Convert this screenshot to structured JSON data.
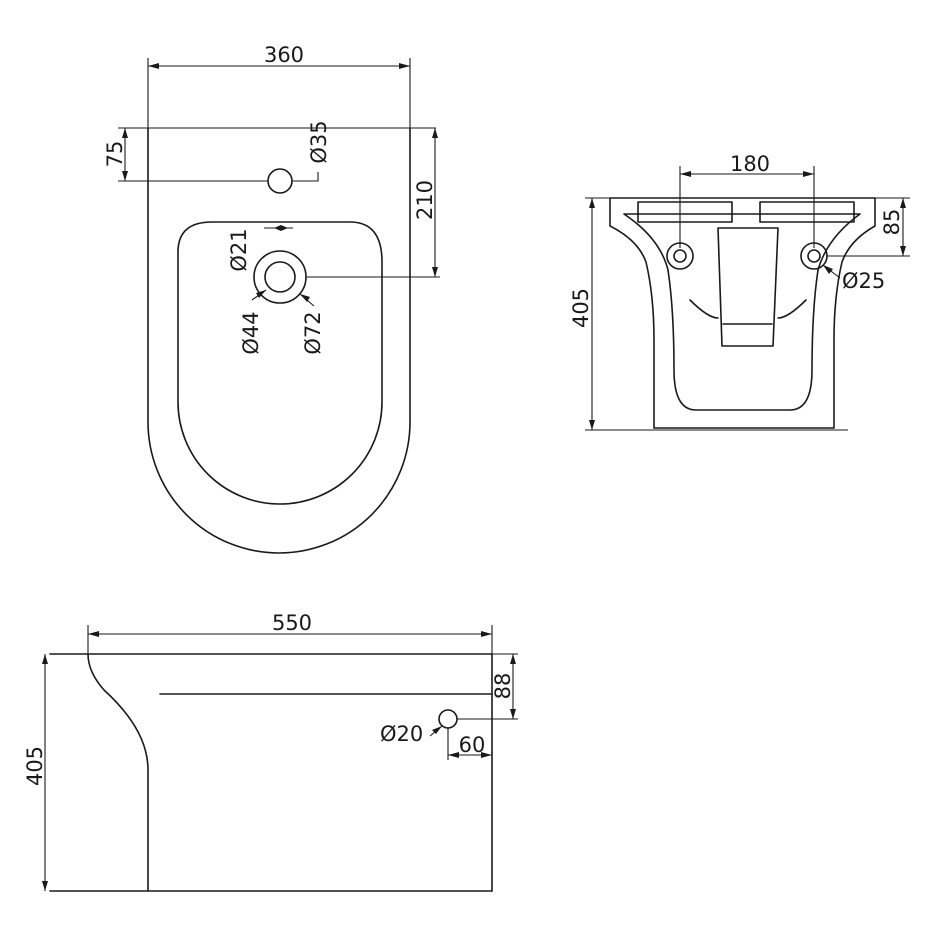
{
  "top_view": {
    "width": "360",
    "tap_offset": "75",
    "tap_hole": "Ø35",
    "waste_offset": "210",
    "jet": "Ø21",
    "waste_inner": "Ø44",
    "waste_outer": "Ø72"
  },
  "front_view": {
    "fixing_spacing": "180",
    "fixing_height": "85",
    "fixing_hole": "Ø25",
    "height": "405"
  },
  "side_view": {
    "length": "550",
    "height": "405",
    "pipe_height": "88",
    "pipe_hole": "Ø20",
    "pipe_offset": "60"
  }
}
